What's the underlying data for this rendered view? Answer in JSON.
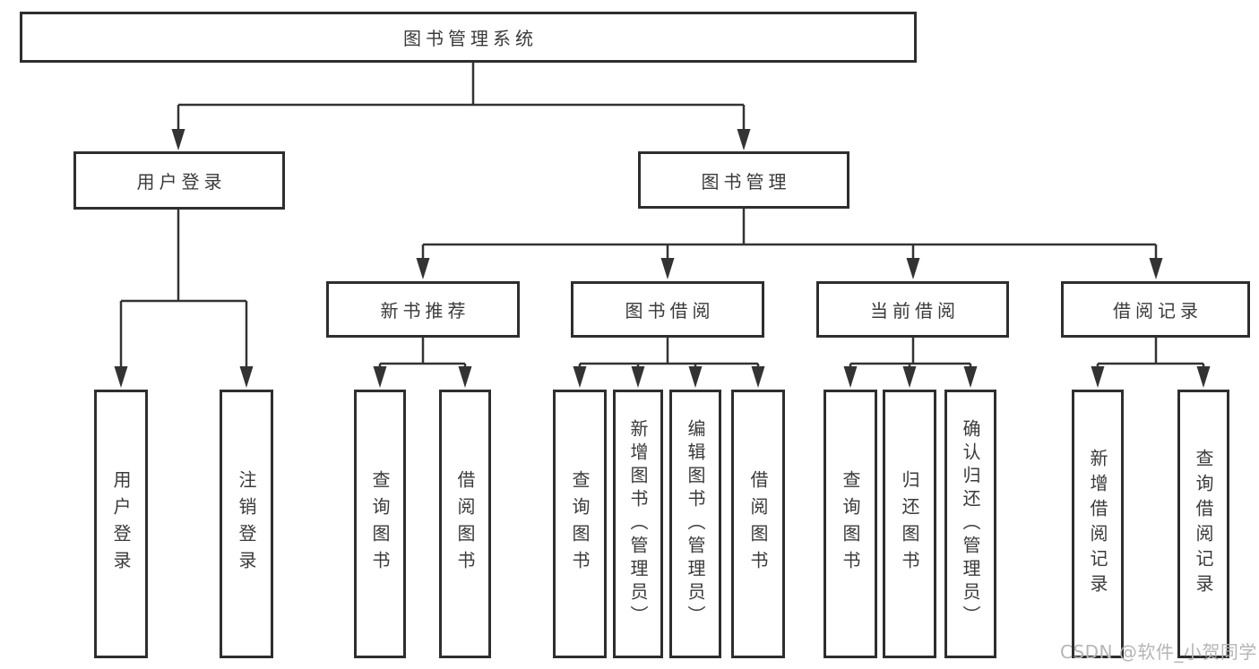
{
  "tree": {
    "root": {
      "label": "图书管理系统",
      "children": [
        {
          "label": "用户登录",
          "children": [
            {
              "label": "用户登录"
            },
            {
              "label": "注销登录"
            }
          ]
        },
        {
          "label": "图书管理",
          "children": [
            {
              "label": "新书推荐",
              "children": [
                {
                  "label": "查询图书"
                },
                {
                  "label": "借阅图书"
                }
              ]
            },
            {
              "label": "图书借阅",
              "children": [
                {
                  "label": "查询图书"
                },
                {
                  "label": "新增图书（管理员）"
                },
                {
                  "label": "编辑图书（管理员）"
                },
                {
                  "label": "借阅图书"
                }
              ]
            },
            {
              "label": "当前借阅",
              "children": [
                {
                  "label": "查询图书"
                },
                {
                  "label": "归还图书"
                },
                {
                  "label": "确认归还（管理员）"
                }
              ]
            },
            {
              "label": "借阅记录",
              "children": [
                {
                  "label": "新增借阅记录"
                },
                {
                  "label": "查询借阅记录"
                }
              ]
            }
          ]
        }
      ]
    }
  },
  "watermark": {
    "text": "CSDN @软件_小贺同学"
  },
  "colors": {
    "line": "#333333",
    "box_border": "#2e2e2e",
    "text": "#3a3a3a",
    "watermark": "#b5b5b5",
    "background": "#ffffff"
  }
}
